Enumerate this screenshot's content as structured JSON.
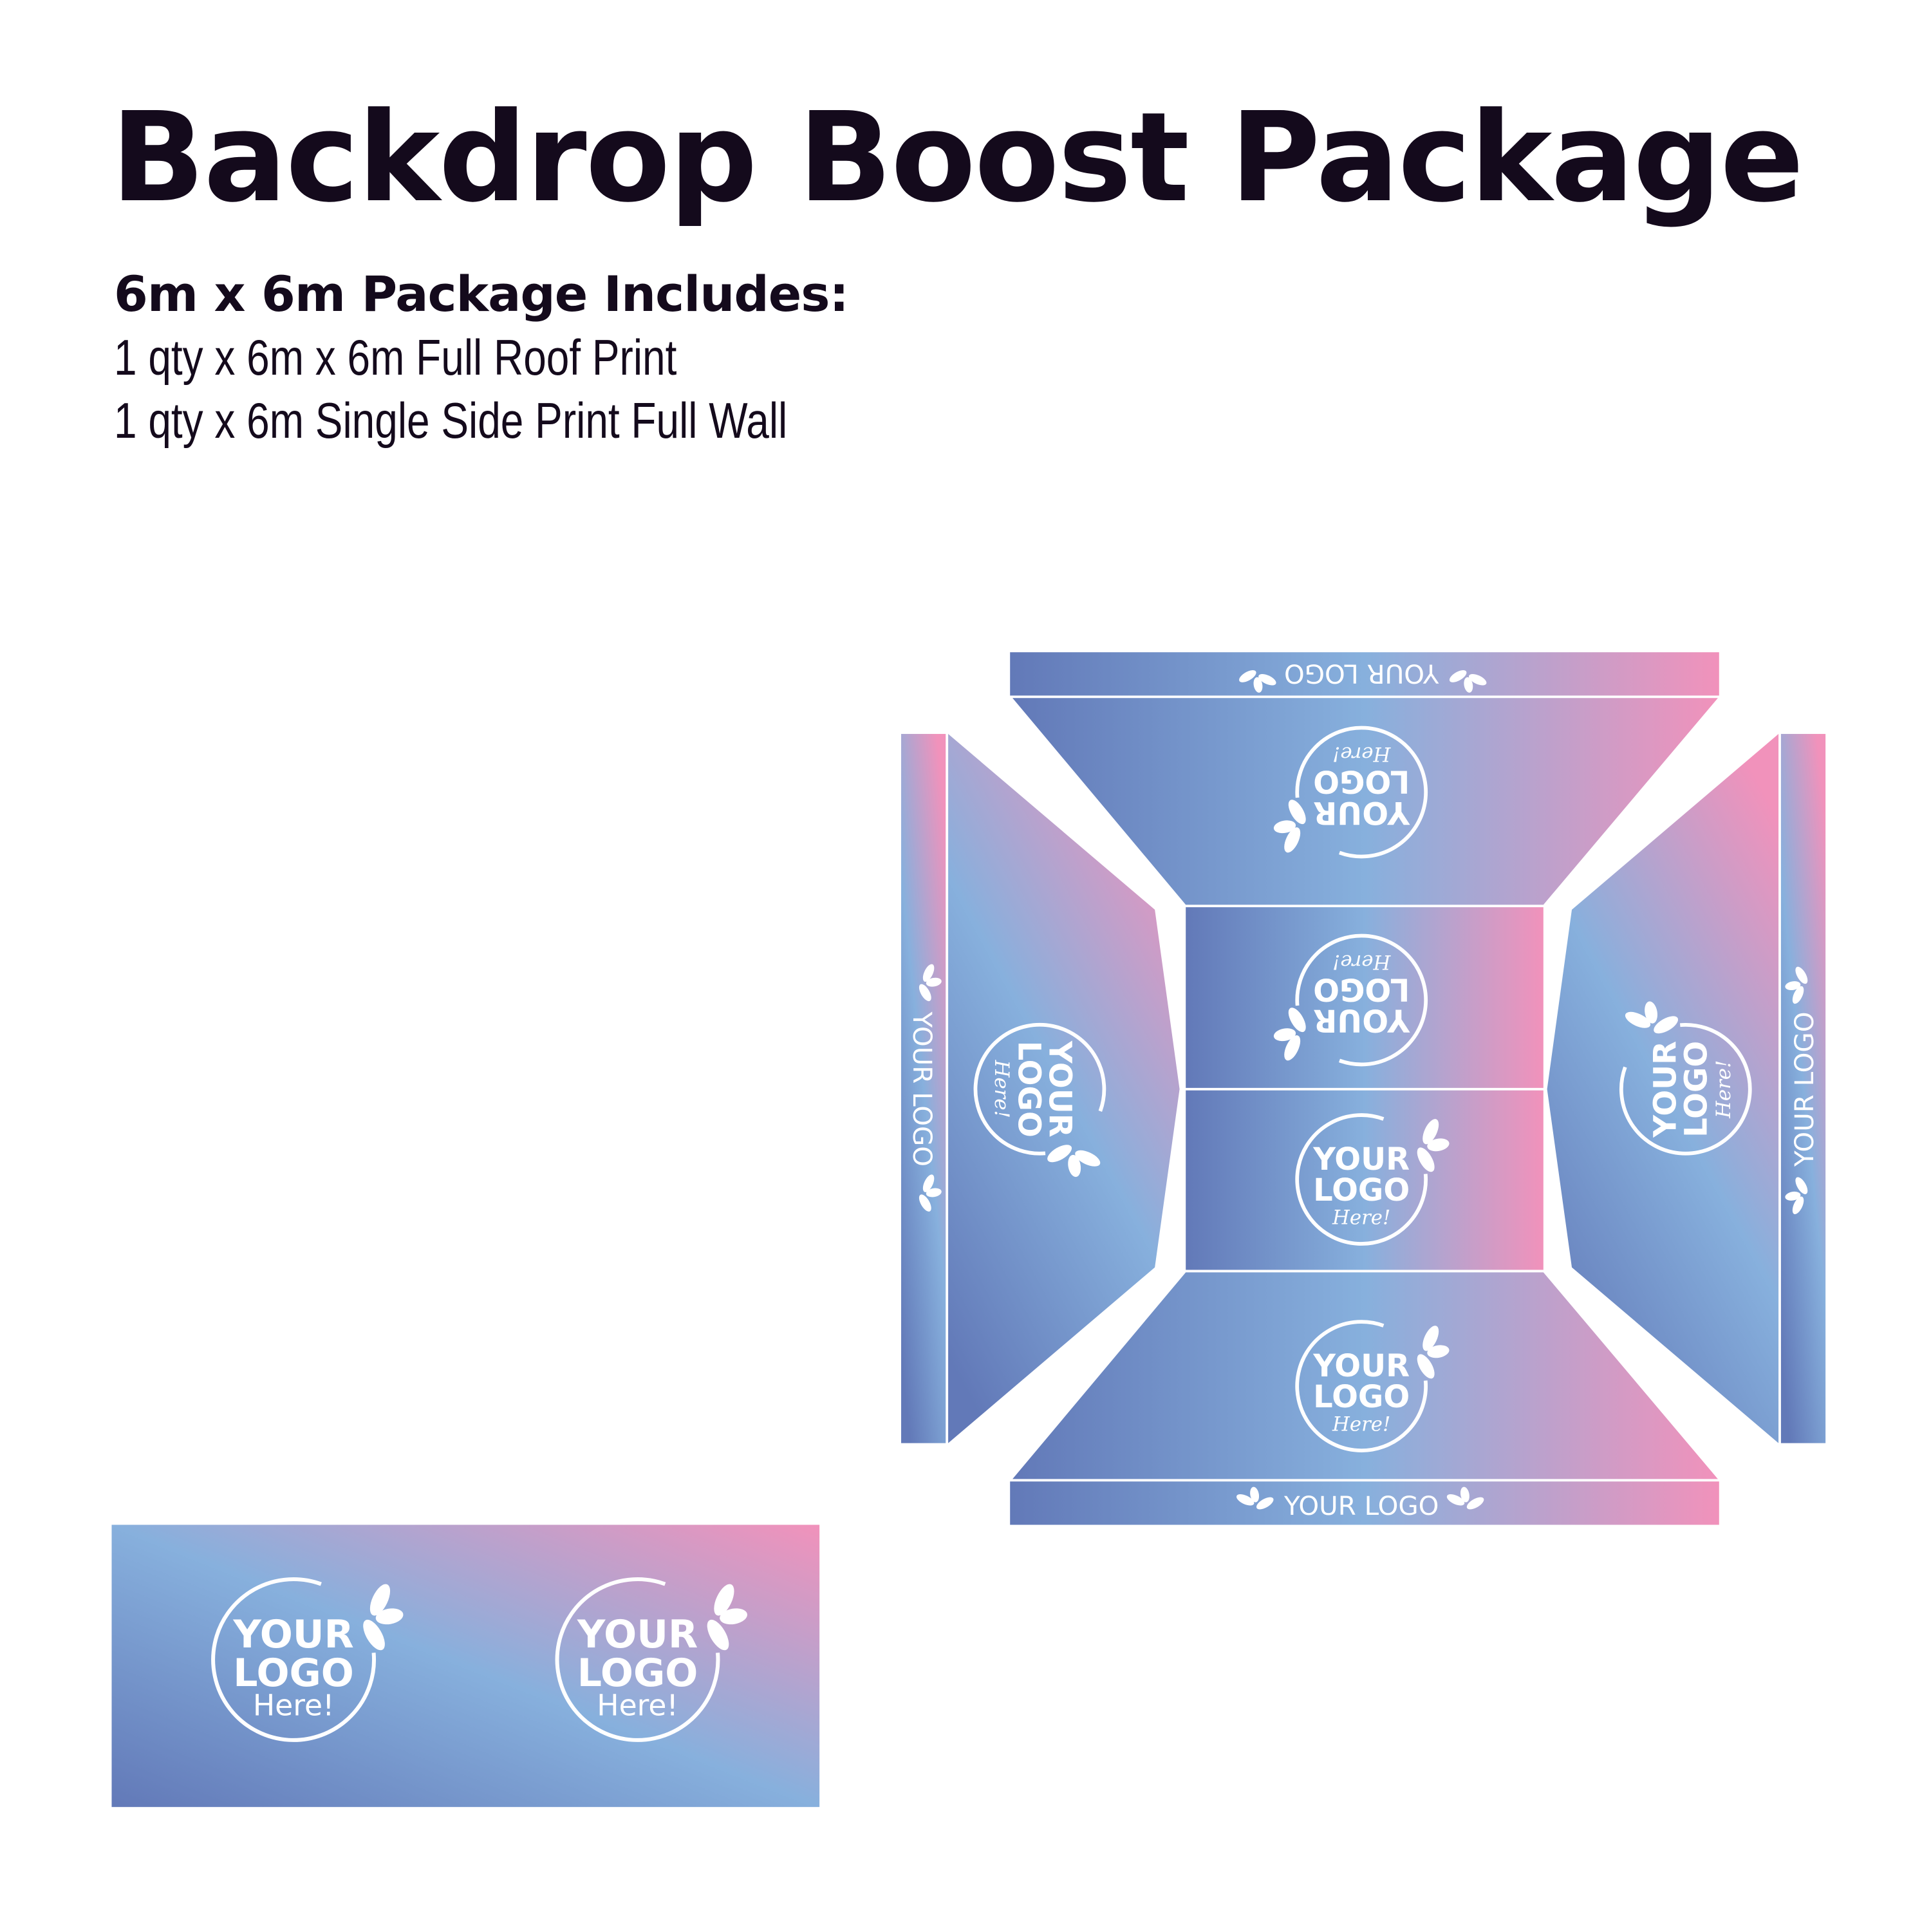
{
  "header": {
    "title": "Backdrop Boost Package",
    "subtitle": "6m x 6m Package Includes:",
    "items": [
      "1 qty x 6m x 6m Full Roof Print",
      "1 qty x 6m Single Side Print Full Wall"
    ]
  },
  "logo": {
    "line1": "YOUR",
    "line2": "LOGO",
    "line3": "Here!",
    "band_text": "YOUR LOGO"
  },
  "colors": {
    "gradient_blue_dark": "#6279b8",
    "gradient_blue_light": "#87b0dd",
    "gradient_pink": "#f192bb",
    "text": "#140a1c"
  },
  "icons": [
    "splash-drops-icon"
  ]
}
